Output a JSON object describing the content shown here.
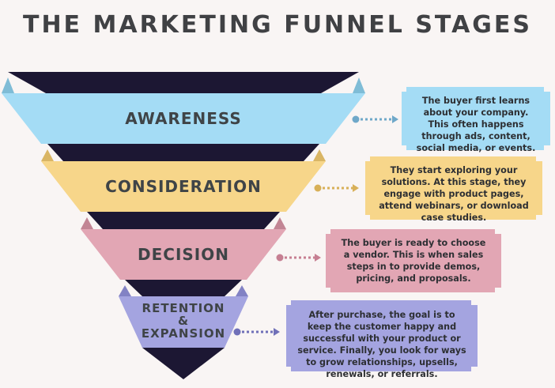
{
  "title": "THE MARKETING FUNNEL STAGES",
  "colors": {
    "background": "#f9f5f4",
    "dark": "#1c1733",
    "awareness": "#a4dcf5",
    "awareness_side": "#7fbcd6",
    "consideration": "#f7d68a",
    "consideration_side": "#d9b564",
    "decision": "#e2a6b4",
    "decision_side": "#c28594",
    "retention": "#a4a4e0",
    "retention_side": "#8282c4",
    "awareness_dots": "#6fa8c9",
    "consideration_dots": "#d8b058",
    "decision_dots": "#c67f92",
    "retention_dots": "#7070b8"
  },
  "stages": [
    {
      "label": "AWARENESS",
      "description": "The buyer first learns about your company. This often happens through ads, content, social media, or events."
    },
    {
      "label": "CONSIDERATION",
      "description": "They start exploring your solutions. At this stage, they engage with product pages, attend webinars, or download case studies."
    },
    {
      "label": "DECISION",
      "description": "The buyer is ready to choose a vendor. This is when sales steps in to provide demos, pricing, and proposals."
    },
    {
      "label_lines": [
        "RETENTION",
        "&",
        "EXPANSION"
      ],
      "description": "After purchase, the goal is to keep the customer happy and successful with your product or service. Finally, you look for ways to grow relationships, upsells, renewals, or referrals."
    }
  ]
}
